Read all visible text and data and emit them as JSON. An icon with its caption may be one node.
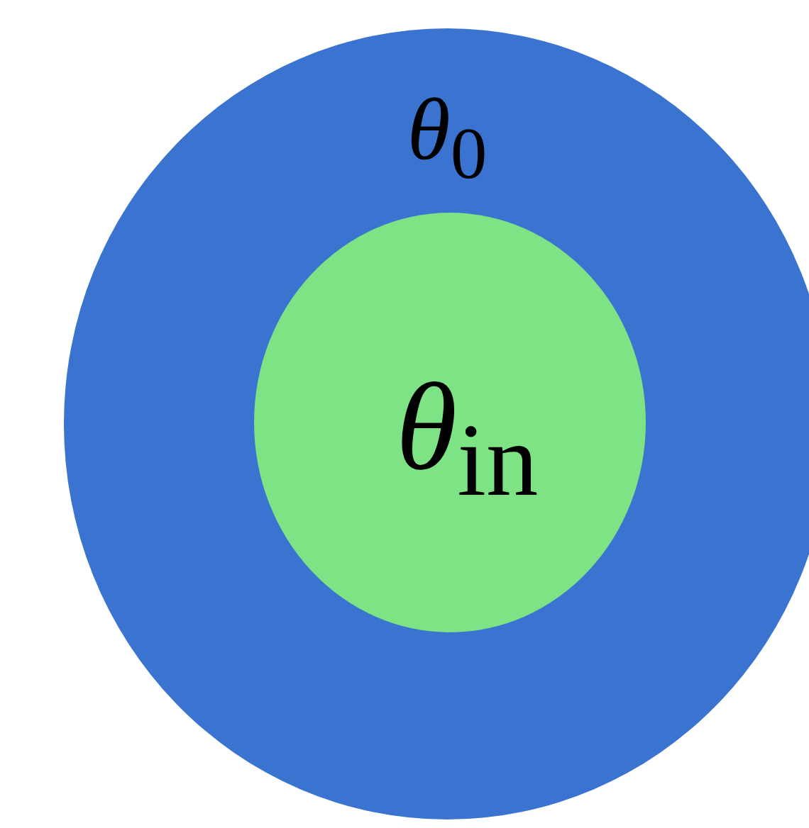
{
  "diagram": {
    "nodes": [
      {
        "text": [
          "*θ*$_{0}$"
        ]
      },
      {
        "text": [
          "*θ*$_{in}$"
        ],
        "in": 0
      }
    ],
    "edges": []
  }
}
